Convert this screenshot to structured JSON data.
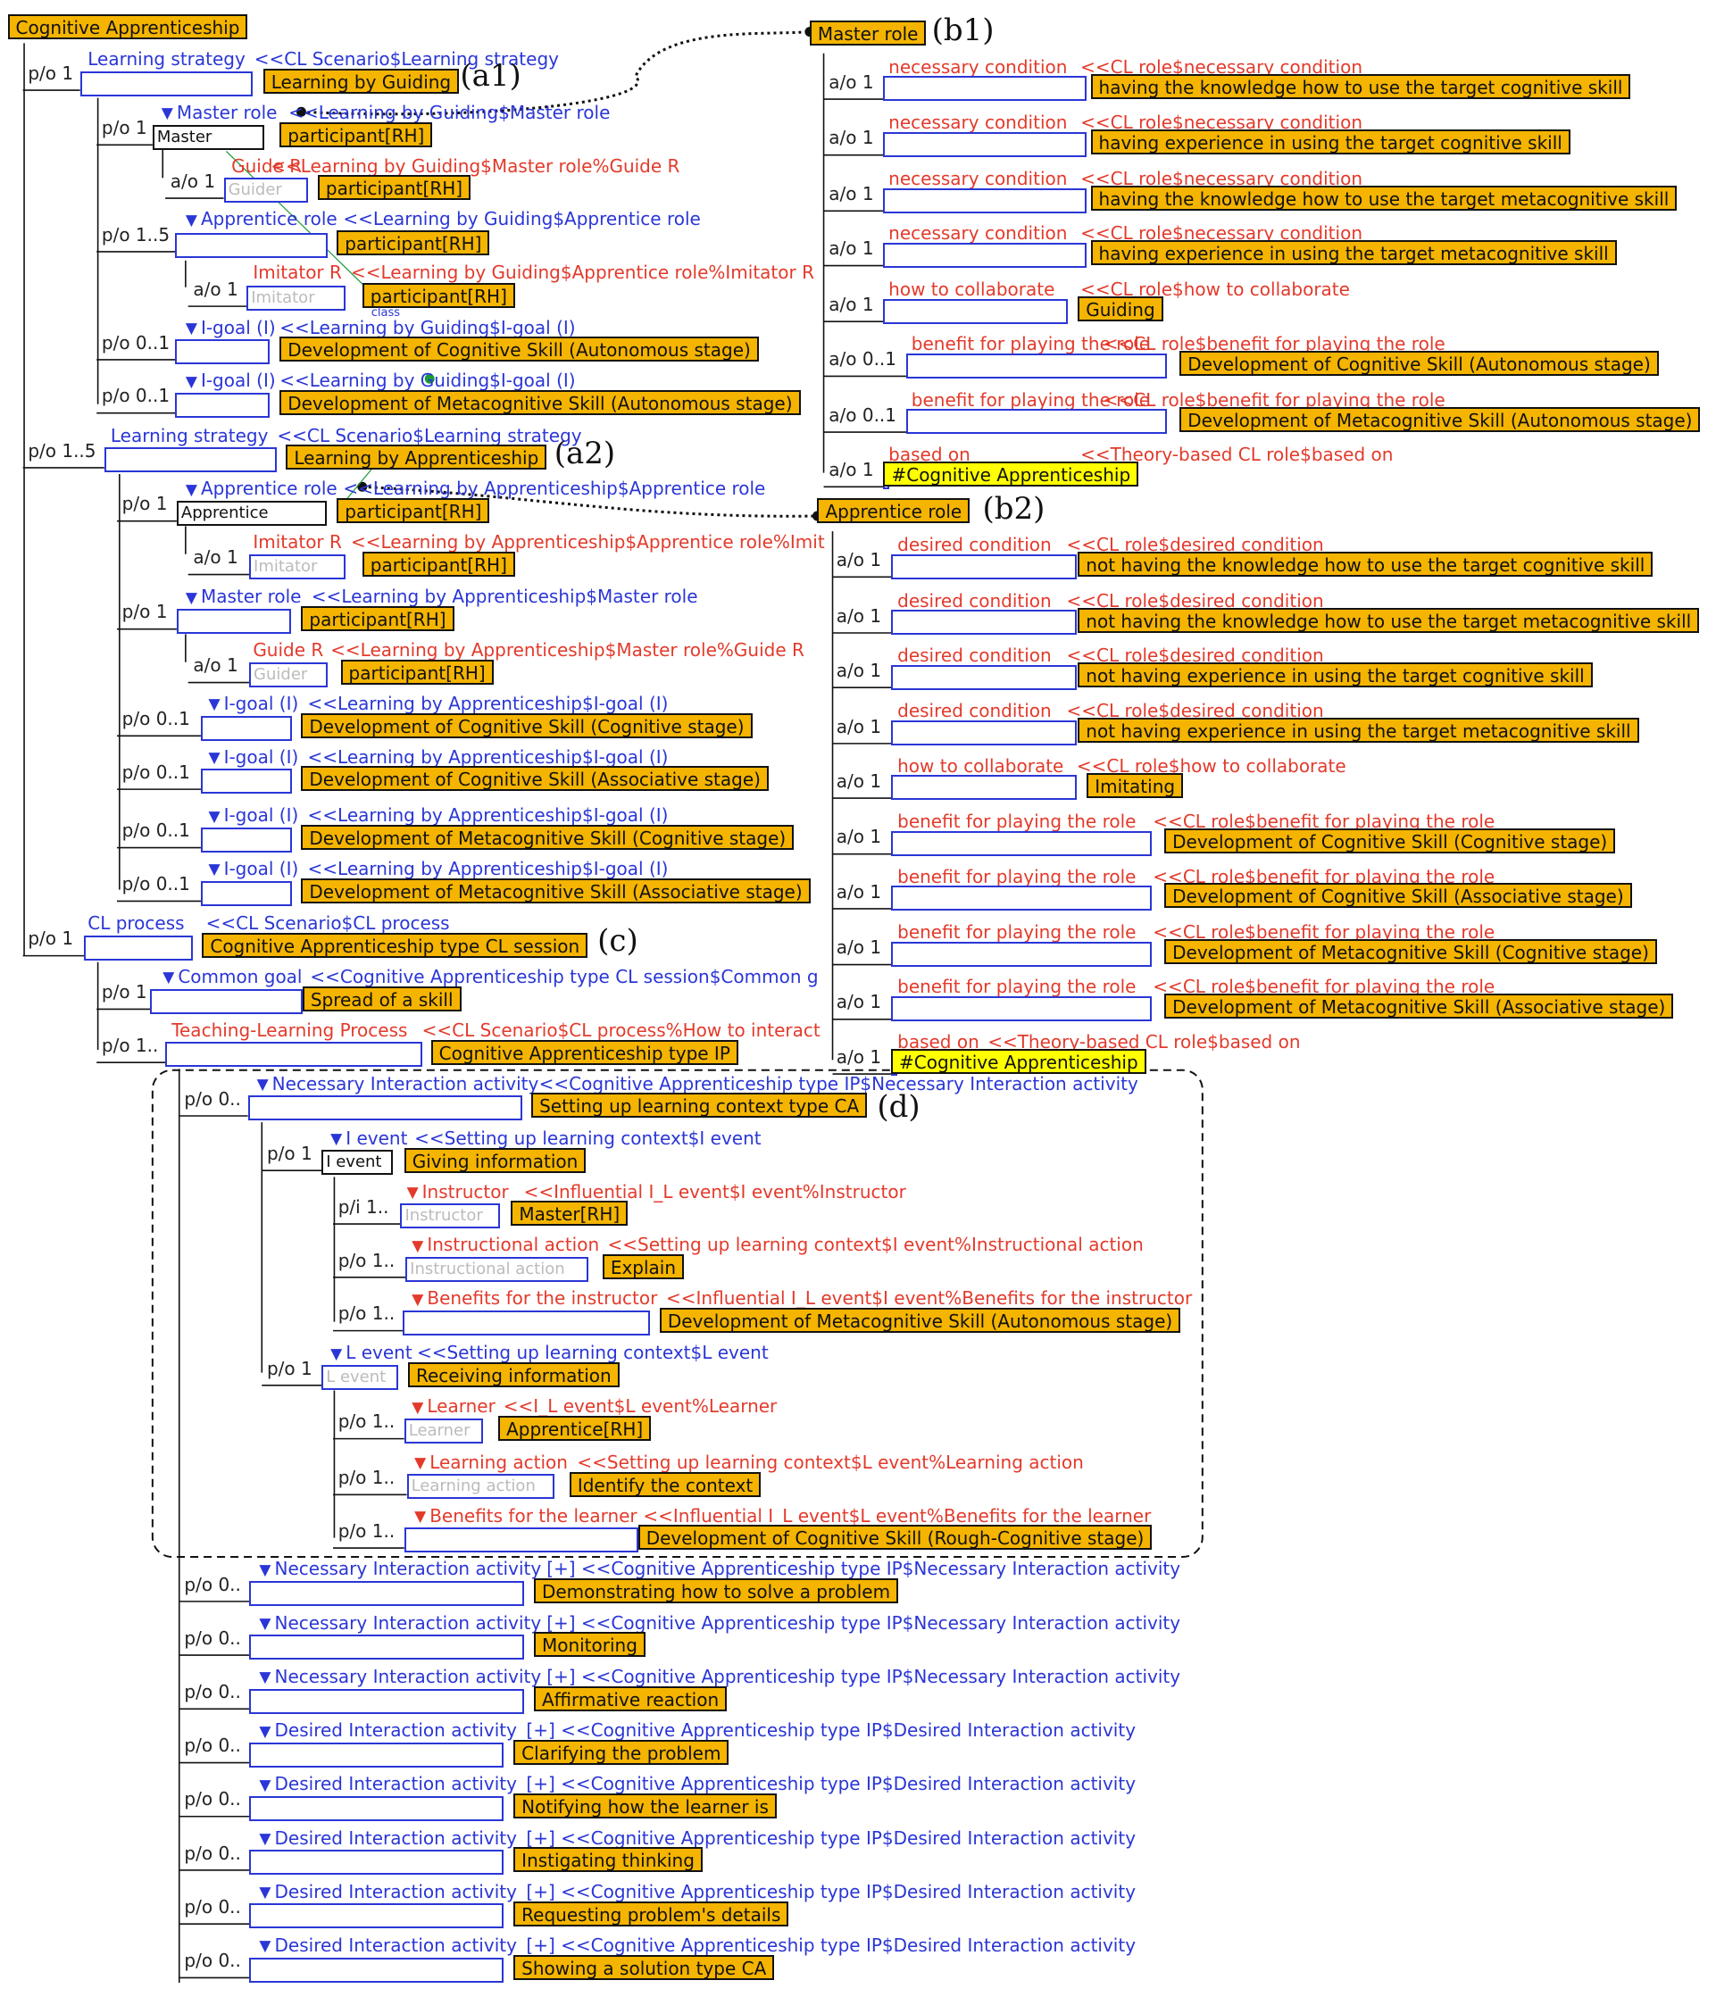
{
  "title": "Cognitive Apprenticeship",
  "annotations": {
    "a1": "(a1)",
    "a2": "(a2)",
    "b1": "(b1)",
    "b2": "(b2)",
    "c": "(c)",
    "d": "(d)"
  },
  "colors": {
    "concept_fill": "#f4b400",
    "instance_fill": "#ffff00",
    "class_ref_text": "#2a36d6",
    "role_text": "#e33a2b",
    "line": "#111111"
  },
  "left_tree": {
    "learning_strategy_1": {
      "card": "p/o 1",
      "label": "Learning strategy",
      "ref": "<<CL Scenario$Learning strategy",
      "value": "Learning by Guiding"
    },
    "ls1_master": {
      "card": "p/o 1",
      "label": "Master role",
      "ref": "<<Learning by Guiding$Master role",
      "slot": "Master",
      "value": "participant[RH]"
    },
    "ls1_guide": {
      "card": "a/o 1",
      "label": "Guide R",
      "ref": "<<Learning by Guiding$Master role%Guide R",
      "slot": "Guider",
      "value": "participant[RH]"
    },
    "ls1_apprentice": {
      "card": "p/o 1..5",
      "label": "Apprentice role",
      "ref": "<<Learning by Guiding$Apprentice role",
      "value": "participant[RH]"
    },
    "ls1_imitator": {
      "card": "a/o 1",
      "label": "Imitator R",
      "ref": "<<Learning by Guiding$Apprentice role%Imitator R",
      "slot": "Imitator",
      "value": "participant[RH]",
      "note": "class"
    },
    "ls1_igoal_1": {
      "card": "p/o 0..1",
      "label": "I-goal (I)",
      "ref": "<<Learning by Guiding$I-goal (I)",
      "value": "Development of Cognitive Skill (Autonomous stage)"
    },
    "ls1_igoal_2": {
      "card": "p/o 0..1",
      "label": "I-goal (I)",
      "ref": "<<Learning by Guiding$I-goal (I)",
      "value": "Development of Metacognitive Skill (Autonomous stage)"
    },
    "learning_strategy_2": {
      "card": "p/o 1..5",
      "label": "Learning strategy",
      "ref": "<<CL Scenario$Learning strategy",
      "value": "Learning by Apprenticeship"
    },
    "ls2_apprentice": {
      "card": "p/o 1",
      "label": "Apprentice role",
      "ref": "<<Learning by Apprenticeship$Apprentice role",
      "slot": "Apprentice",
      "value": "participant[RH]"
    },
    "ls2_imitator": {
      "card": "a/o 1",
      "label": "Imitator R",
      "ref": "<<Learning by Apprenticeship$Apprentice role%Imit",
      "slot": "Imitator",
      "value": "participant[RH]"
    },
    "ls2_master": {
      "card": "p/o 1",
      "label": "Master role",
      "ref": "<<Learning by Apprenticeship$Master role",
      "value": "participant[RH]"
    },
    "ls2_guide": {
      "card": "a/o 1",
      "label": "Guide R",
      "ref": "<<Learning by Apprenticeship$Master role%Guide R",
      "slot": "Guider",
      "value": "participant[RH]"
    },
    "ls2_igoal_1": {
      "card": "p/o 0..1",
      "label": "I-goal (I)",
      "ref": "<<Learning by Apprenticeship$I-goal (I)",
      "value": "Development of Cognitive Skill (Cognitive stage)"
    },
    "ls2_igoal_2": {
      "card": "p/o 0..1",
      "label": "I-goal (I)",
      "ref": "<<Learning by Apprenticeship$I-goal (I)",
      "value": "Development of Cognitive Skill (Associative stage)"
    },
    "ls2_igoal_3": {
      "card": "p/o 0..1",
      "label": "I-goal (I)",
      "ref": "<<Learning by Apprenticeship$I-goal (I)",
      "value": "Development of Metacognitive Skill (Cognitive stage)"
    },
    "ls2_igoal_4": {
      "card": "p/o 0..1",
      "label": "I-goal (I)",
      "ref": "<<Learning by Apprenticeship$I-goal (I)",
      "value": "Development of Metacognitive Skill (Associative stage)"
    },
    "cl_process": {
      "card": "p/o 1",
      "label": "CL process",
      "ref": "<<CL Scenario$CL process",
      "value": "Cognitive Apprenticeship type CL session"
    },
    "common_goal": {
      "card": "p/o 1",
      "label": "Common goal",
      "ref": "<<Cognitive Apprenticeship type CL session$Common g",
      "value": "Spread of a skill"
    },
    "tlp": {
      "card": "p/o 1..",
      "label": "Teaching-Learning Process",
      "ref": "<<CL Scenario$CL process%How to interact",
      "value": "Cognitive Apprenticeship type IP"
    },
    "nia_main": {
      "card": "p/o 0..",
      "label": "Necessary Interaction activity",
      "ref": "<<Cognitive Apprenticeship type IP$Necessary Interaction activity",
      "value": "Setting up learning context type CA"
    },
    "i_event": {
      "card": "p/o 1",
      "label": "I event",
      "ref": "<<Setting up learning context$I event",
      "slot": "I event",
      "value": "Giving information"
    },
    "instructor": {
      "card": "p/i 1..",
      "label": "Instructor",
      "ref": "<<Influential I_L event$I event%Instructor",
      "slot": "Instructor",
      "value": "Master[RH]"
    },
    "instr_action": {
      "card": "p/o 1..",
      "label": "Instructional action",
      "ref": "<<Setting up learning context$I event%Instructional action",
      "slot": "Instructional action",
      "value": "Explain"
    },
    "instr_benefit": {
      "card": "p/o 1..",
      "label": "Benefits for the instructor",
      "ref": "<<Influential I_L event$I event%Benefits for the instructor",
      "value": "Development of Metacognitive Skill (Autonomous stage)"
    },
    "l_event": {
      "card": "p/o 1",
      "label": "L event",
      "ref": "<<Setting up learning context$L event",
      "slot": "L event",
      "value": "Receiving information"
    },
    "learner": {
      "card": "p/o 1..",
      "label": "Learner",
      "ref": "<<I_L event$L event%Learner",
      "slot": "Learner",
      "value": "Apprentice[RH]"
    },
    "learn_action": {
      "card": "p/o 1..",
      "label": "Learning action",
      "ref": "<<Setting up learning context$L event%Learning action",
      "slot": "Learning action",
      "value": "Identify the context"
    },
    "learn_benefit": {
      "card": "p/o 1..",
      "label": "Benefits for the learner",
      "ref": "<<Influential I_L event$L event%Benefits for the learner",
      "value": "Development of Cognitive Skill (Rough-Cognitive stage)"
    }
  },
  "activities": [
    {
      "card": "p/o 0..",
      "label": "Necessary Interaction activity",
      "ref": "[+] <<Cognitive Apprenticeship type IP$Necessary Interaction activity",
      "value": "Demonstrating how to solve a problem"
    },
    {
      "card": "p/o 0..",
      "label": "Necessary Interaction activity",
      "ref": "[+] <<Cognitive Apprenticeship type IP$Necessary Interaction activity",
      "value": "Monitoring"
    },
    {
      "card": "p/o 0..",
      "label": "Necessary Interaction activity",
      "ref": "[+] <<Cognitive Apprenticeship type IP$Necessary Interaction activity",
      "value": "Affirmative reaction"
    },
    {
      "card": "p/o 0..",
      "label": "Desired Interaction activity",
      "ref": "[+] <<Cognitive Apprenticeship type IP$Desired Interaction activity",
      "value": "Clarifying the problem"
    },
    {
      "card": "p/o 0..",
      "label": "Desired Interaction activity",
      "ref": "[+] <<Cognitive Apprenticeship type IP$Desired Interaction activity",
      "value": "Notifying how the learner is"
    },
    {
      "card": "p/o 0..",
      "label": "Desired Interaction activity",
      "ref": "[+] <<Cognitive Apprenticeship type IP$Desired Interaction activity",
      "value": "Instigating thinking"
    },
    {
      "card": "p/o 0..",
      "label": "Desired Interaction activity",
      "ref": "[+] <<Cognitive Apprenticeship type IP$Desired Interaction activity",
      "value": "Requesting problem's details"
    },
    {
      "card": "p/o 0..",
      "label": "Desired Interaction activity",
      "ref": "[+] <<Cognitive Apprenticeship type IP$Desired Interaction activity",
      "value": "Showing a solution type CA"
    }
  ],
  "master_role": {
    "title": "Master role",
    "slots": [
      {
        "card": "a/o 1",
        "label": "necessary condition",
        "ref": "<<CL role$necessary condition",
        "value": "having the knowledge how to use the target cognitive skill"
      },
      {
        "card": "a/o 1",
        "label": "necessary condition",
        "ref": "<<CL role$necessary condition",
        "value": "having experience in using the target cognitive skill"
      },
      {
        "card": "a/o 1",
        "label": "necessary condition",
        "ref": "<<CL role$necessary condition",
        "value": "having the knowledge how to use the target metacognitive skill"
      },
      {
        "card": "a/o 1",
        "label": "necessary condition",
        "ref": "<<CL role$necessary condition",
        "value": "having experience in using the target metacognitive skill"
      },
      {
        "card": "a/o 1",
        "label": "how to collaborate",
        "ref": "<<CL role$how to collaborate",
        "value": "Guiding"
      },
      {
        "card": "a/o 0..1",
        "label": "benefit for playing the role",
        "ref": "<<CL role$benefit for playing the role",
        "value": "Development of Cognitive Skill (Autonomous stage)"
      },
      {
        "card": "a/o 0..1",
        "label": "benefit for playing the role",
        "ref": "<<CL role$benefit for playing the role",
        "value": "Development of Metacognitive Skill (Autonomous stage)"
      },
      {
        "card": "a/o 1",
        "label": "based on",
        "ref": "<<Theory-based CL role$based on",
        "value": "#Cognitive Apprenticeship",
        "instance": true
      }
    ]
  },
  "apprentice_role": {
    "title": "Apprentice role",
    "slots": [
      {
        "card": "a/o 1",
        "label": "desired condition",
        "ref": "<<CL role$desired condition",
        "value": "not having the knowledge how to use the target cognitive skill"
      },
      {
        "card": "a/o 1",
        "label": "desired condition",
        "ref": "<<CL role$desired condition",
        "value": "not having the knowledge how to use the target metacognitive skill"
      },
      {
        "card": "a/o 1",
        "label": "desired condition",
        "ref": "<<CL role$desired condition",
        "value": "not having experience in using the target cognitive skill"
      },
      {
        "card": "a/o 1",
        "label": "desired condition",
        "ref": "<<CL role$desired condition",
        "value": "not having experience in using the target metacognitive skill"
      },
      {
        "card": "a/o 1",
        "label": "how to collaborate",
        "ref": "<<CL role$how to collaborate",
        "value": "Imitating"
      },
      {
        "card": "a/o 1",
        "label": "benefit for playing the role",
        "ref": "<<CL role$benefit for playing the role",
        "value": "Development of Cognitive Skill (Cognitive stage)"
      },
      {
        "card": "a/o 1",
        "label": "benefit for playing the role",
        "ref": "<<CL role$benefit for playing the role",
        "value": "Development of Cognitive Skill (Associative stage)"
      },
      {
        "card": "a/o 1",
        "label": "benefit for playing the role",
        "ref": "<<CL role$benefit for playing the role",
        "value": "Development of Metacognitive Skill (Cognitive stage)"
      },
      {
        "card": "a/o 1",
        "label": "benefit for playing the role",
        "ref": "<<CL role$benefit for playing the role",
        "value": "Development of Metacognitive Skill (Associative stage)"
      },
      {
        "card": "a/o 1",
        "label": "based on",
        "ref": "<<Theory-based CL role$based on",
        "value": "#Cognitive Apprenticeship",
        "instance": true
      }
    ]
  }
}
